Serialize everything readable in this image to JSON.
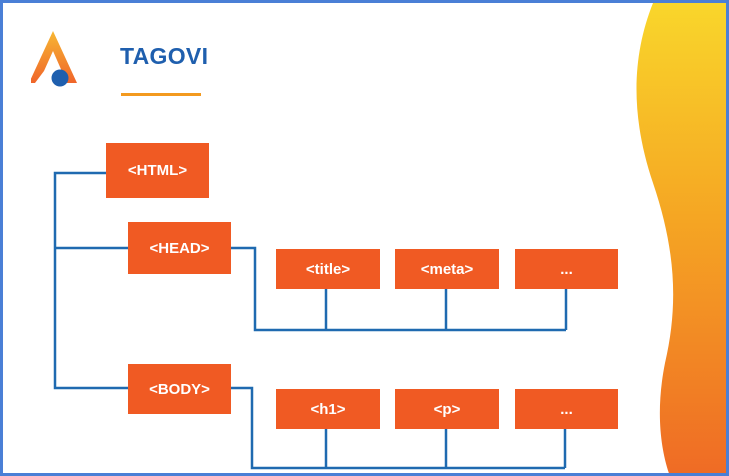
{
  "header": {
    "title": "TAGOVI"
  },
  "tree": {
    "root": "<HTML>",
    "head": {
      "label": "<HEAD>",
      "children": [
        "<title>",
        "<meta>",
        "..."
      ]
    },
    "body": {
      "label": "<BODY>",
      "children": [
        "<h1>",
        "<p>",
        "..."
      ]
    }
  },
  "colors": {
    "node_fill": "#f05a23",
    "connector": "#1f6ab0",
    "title": "#1f5fae",
    "accent": "#f39a1f",
    "frame": "#4a7fd6"
  }
}
